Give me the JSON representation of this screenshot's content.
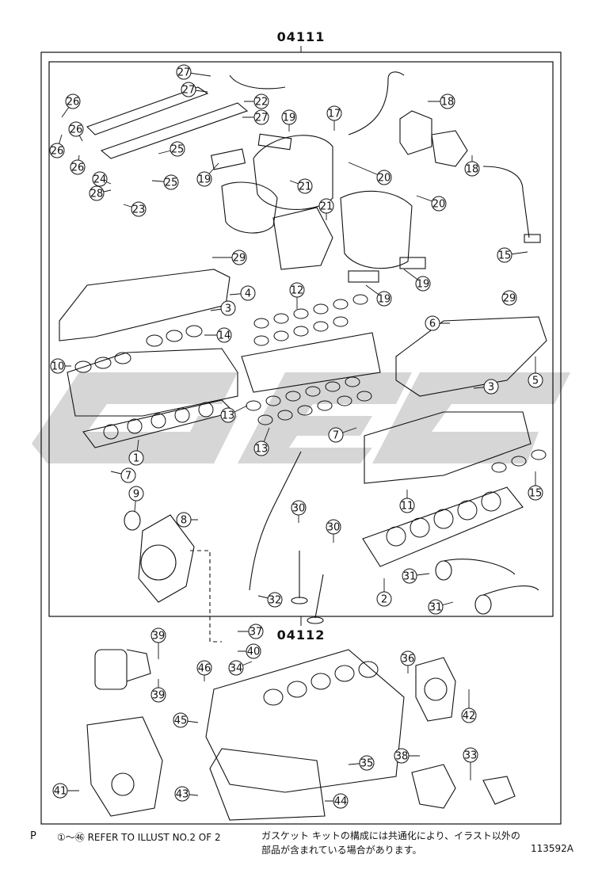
{
  "kits": {
    "upper": "04111",
    "lower": "04112"
  },
  "watermark": "GEC",
  "colors": {
    "line": "#111111",
    "watermark": "#c8c8c8",
    "background": "#ffffff"
  },
  "callouts": [
    {
      "n": "27"
    },
    {
      "n": "27"
    },
    {
      "n": "22"
    },
    {
      "n": "27"
    },
    {
      "n": "26"
    },
    {
      "n": "26"
    },
    {
      "n": "26"
    },
    {
      "n": "26"
    },
    {
      "n": "25"
    },
    {
      "n": "25"
    },
    {
      "n": "24"
    },
    {
      "n": "28"
    },
    {
      "n": "23"
    },
    {
      "n": "19"
    },
    {
      "n": "19"
    },
    {
      "n": "17"
    },
    {
      "n": "18"
    },
    {
      "n": "18"
    },
    {
      "n": "20"
    },
    {
      "n": "20"
    },
    {
      "n": "21"
    },
    {
      "n": "21"
    },
    {
      "n": "15"
    },
    {
      "n": "29"
    },
    {
      "n": "19"
    },
    {
      "n": "19"
    },
    {
      "n": "12"
    },
    {
      "n": "4"
    },
    {
      "n": "3"
    },
    {
      "n": "14"
    },
    {
      "n": "10"
    },
    {
      "n": "6"
    },
    {
      "n": "29"
    },
    {
      "n": "5"
    },
    {
      "n": "3"
    },
    {
      "n": "13"
    },
    {
      "n": "13"
    },
    {
      "n": "7"
    },
    {
      "n": "1"
    },
    {
      "n": "7"
    },
    {
      "n": "9"
    },
    {
      "n": "15"
    },
    {
      "n": "11"
    },
    {
      "n": "8"
    },
    {
      "n": "30"
    },
    {
      "n": "30"
    },
    {
      "n": "31"
    },
    {
      "n": "2"
    },
    {
      "n": "32"
    },
    {
      "n": "31"
    },
    {
      "n": "37"
    },
    {
      "n": "40"
    },
    {
      "n": "39"
    },
    {
      "n": "39"
    },
    {
      "n": "34"
    },
    {
      "n": "46"
    },
    {
      "n": "36"
    },
    {
      "n": "42"
    },
    {
      "n": "45"
    },
    {
      "n": "35"
    },
    {
      "n": "38"
    },
    {
      "n": "33"
    },
    {
      "n": "41"
    },
    {
      "n": "43"
    },
    {
      "n": "44"
    }
  ],
  "footer": {
    "prefix": "P",
    "refer": "①～㊻ REFER TO ILLUST NO.2 OF 2",
    "note_line1": "ガスケット キットの構成には共通化により、イラスト以外の",
    "note_line2": "部品が含まれている場合があります。",
    "illust_no": "113592A"
  }
}
